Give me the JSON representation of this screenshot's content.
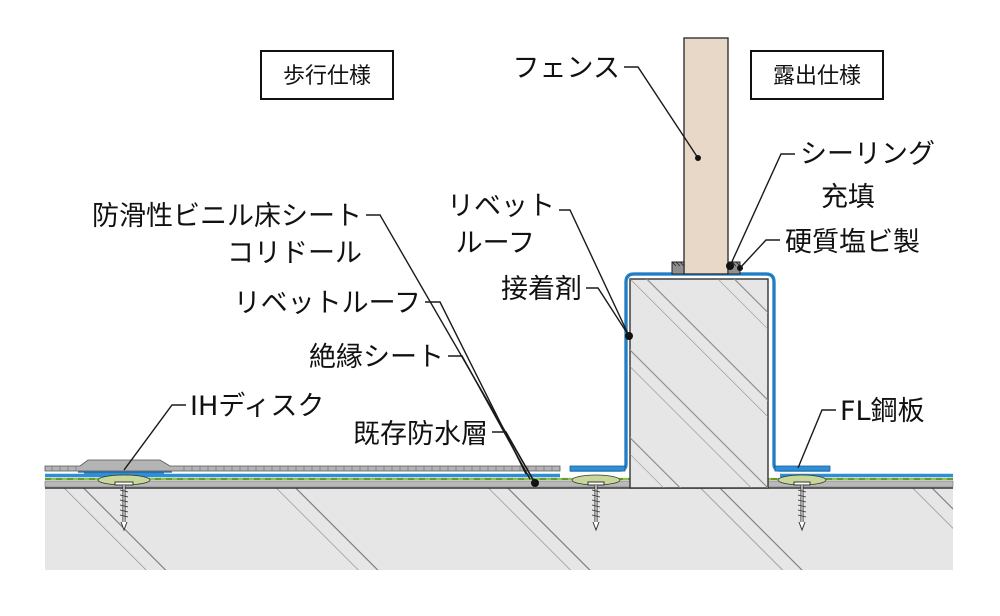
{
  "spec_boxes": {
    "walking": "歩行仕様",
    "exposed": "露出仕様"
  },
  "labels": {
    "fence": "フェンス",
    "sealing_1": "シーリング",
    "sealing_2": "充填",
    "rivet_roof_a_1": "リベット",
    "rivet_roof_a_2": "ルーフ",
    "hard_pvc": "硬質塩ビ製",
    "adhesive": "接着剤",
    "floor_sheet": "防滑性ビニル床シート",
    "corridor": "コリドール",
    "rivet_roof_b": "リベットルーフ",
    "insulation_sheet": "絶縁シート",
    "ih_disk": "IHディスク",
    "fl_steel": "FL鋼板",
    "existing_layer": "既存防水層"
  },
  "colors": {
    "membrane_blue": "#2f8fd6",
    "concrete_fill": "#e6e6e6",
    "fence_fill": "#e8d8c8",
    "felt_green": "#8ec24a",
    "disk_olive": "#c8d89a",
    "gray_sheet": "#b4b4b4"
  }
}
